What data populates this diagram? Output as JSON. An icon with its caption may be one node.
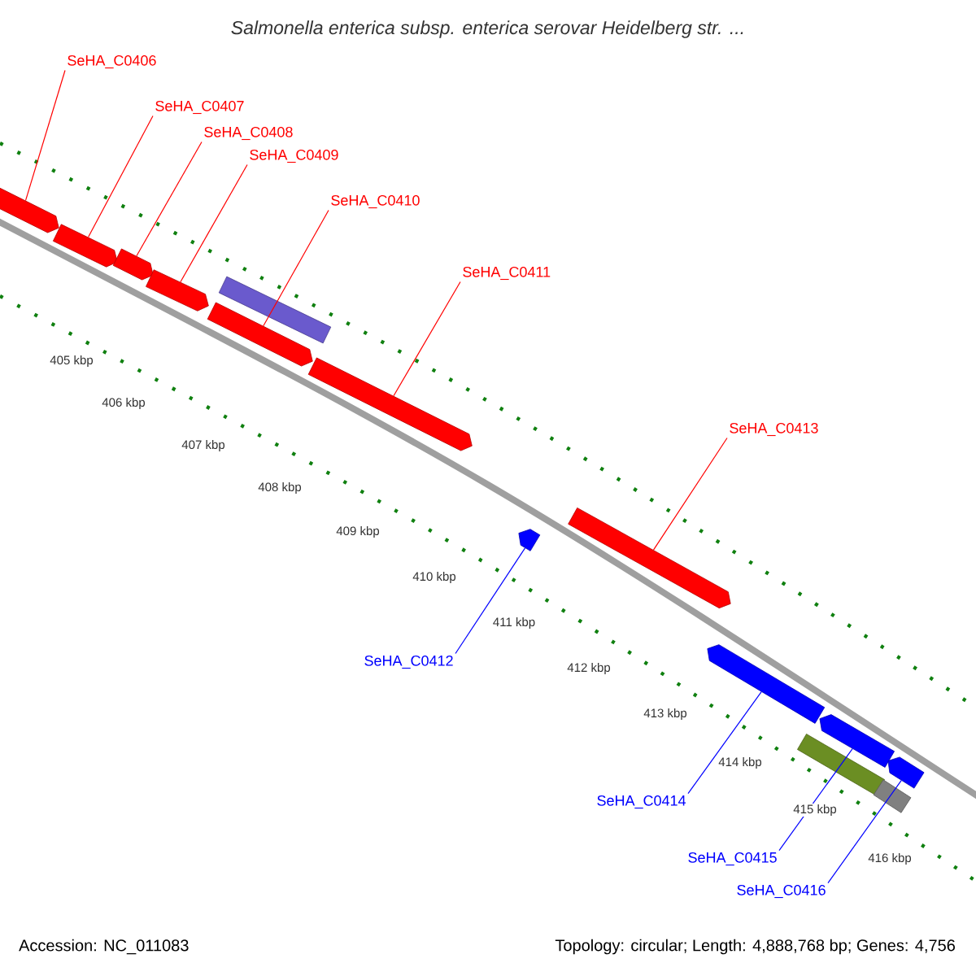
{
  "diagram": {
    "title": "Salmonella enterica subsp. enterica serovar Heidelberg str. ...",
    "nodes": [
      {
        "text": [
          "SeHA_C0406"
        ]
      },
      {
        "text": [
          "SeHA_C0407"
        ]
      },
      {
        "text": [
          "SeHA_C0408"
        ]
      },
      {
        "text": [
          "SeHA_C0409"
        ]
      },
      {
        "text": [
          "SeHA_C0410"
        ]
      },
      {
        "text": [
          "SeHA_C0411"
        ]
      },
      {
        "text": [
          "SeHA_C0413"
        ]
      },
      {
        "text": [
          "SeHA_C0412"
        ]
      },
      {
        "text": [
          "SeHA_C0414"
        ]
      },
      {
        "text": [
          "SeHA_C0415"
        ]
      },
      {
        "text": [
          "SeHA_C0416"
        ]
      },
      {
        "text": [],
        "shape": "bar"
      },
      {
        "text": [],
        "shape": "bar"
      },
      {
        "text": [],
        "shape": "bar"
      },
      {
        "text": [],
        "shape": "bar"
      },
      {
        "text": [],
        "shape": "bar"
      },
      {
        "text": [],
        "shape": "bar"
      },
      {
        "text": [],
        "shape": "bar"
      },
      {
        "text": [],
        "shape": "bar"
      },
      {
        "text": [],
        "shape": "bar"
      },
      {
        "text": [],
        "shape": "bar"
      },
      {
        "text": [],
        "shape": "bar"
      },
      {
        "text": [],
        "shape": "bar"
      },
      {
        "text": [],
        "shape": "bar"
      },
      {
        "text": [],
        "shape": "bar"
      }
    ],
    "edges": [
      {
        "from": 0,
        "to": 11,
        "arrow": "none"
      },
      {
        "from": 1,
        "to": 12,
        "arrow": "none"
      },
      {
        "from": 2,
        "to": 13,
        "arrow": "none"
      },
      {
        "from": 3,
        "to": 14,
        "arrow": "none"
      },
      {
        "from": 4,
        "to": 16,
        "arrow": "none"
      },
      {
        "from": 5,
        "to": 17,
        "arrow": "none"
      },
      {
        "from": 6,
        "to": 19,
        "arrow": "none"
      },
      {
        "from": 7,
        "to": 18,
        "arrow": "none",
        "color": "#0000ff"
      },
      {
        "from": 8,
        "to": 20,
        "arrow": "none",
        "color": "#0000ff"
      },
      {
        "from": 9,
        "to": 21,
        "arrow": "none",
        "color": "#0000ff"
      },
      {
        "from": 10,
        "to": 22,
        "arrow": "none",
        "color": "#0000ff"
      }
    ],
    "labels": [
      "405 kbp",
      "406 kbp",
      "407 kbp",
      "408 kbp",
      "409 kbp",
      "410 kbp",
      "411 kbp",
      "412 kbp",
      "413 kbp",
      "414 kbp",
      "415 kbp",
      "416 kbp",
      "Accession: NC_011083",
      "Topology: circular; Length: 4,888,768 bp; Genes: 4,756"
    ]
  }
}
